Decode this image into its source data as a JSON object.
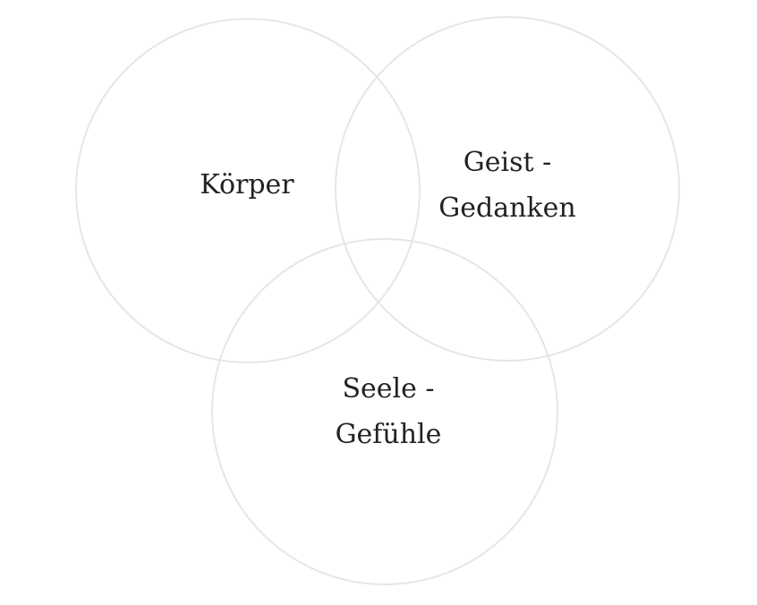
{
  "diagram": {
    "type": "venn",
    "circles": [
      {
        "id": "koerper",
        "lines": [
          "Körper"
        ]
      },
      {
        "id": "geist",
        "lines": [
          "Geist -",
          "Gedanken"
        ]
      },
      {
        "id": "seele",
        "lines": [
          "Seele -",
          "Gefühle"
        ]
      }
    ],
    "colors": {
      "circle_stroke": "#e6e6e6",
      "text": "#222222",
      "background": "#ffffff"
    }
  }
}
